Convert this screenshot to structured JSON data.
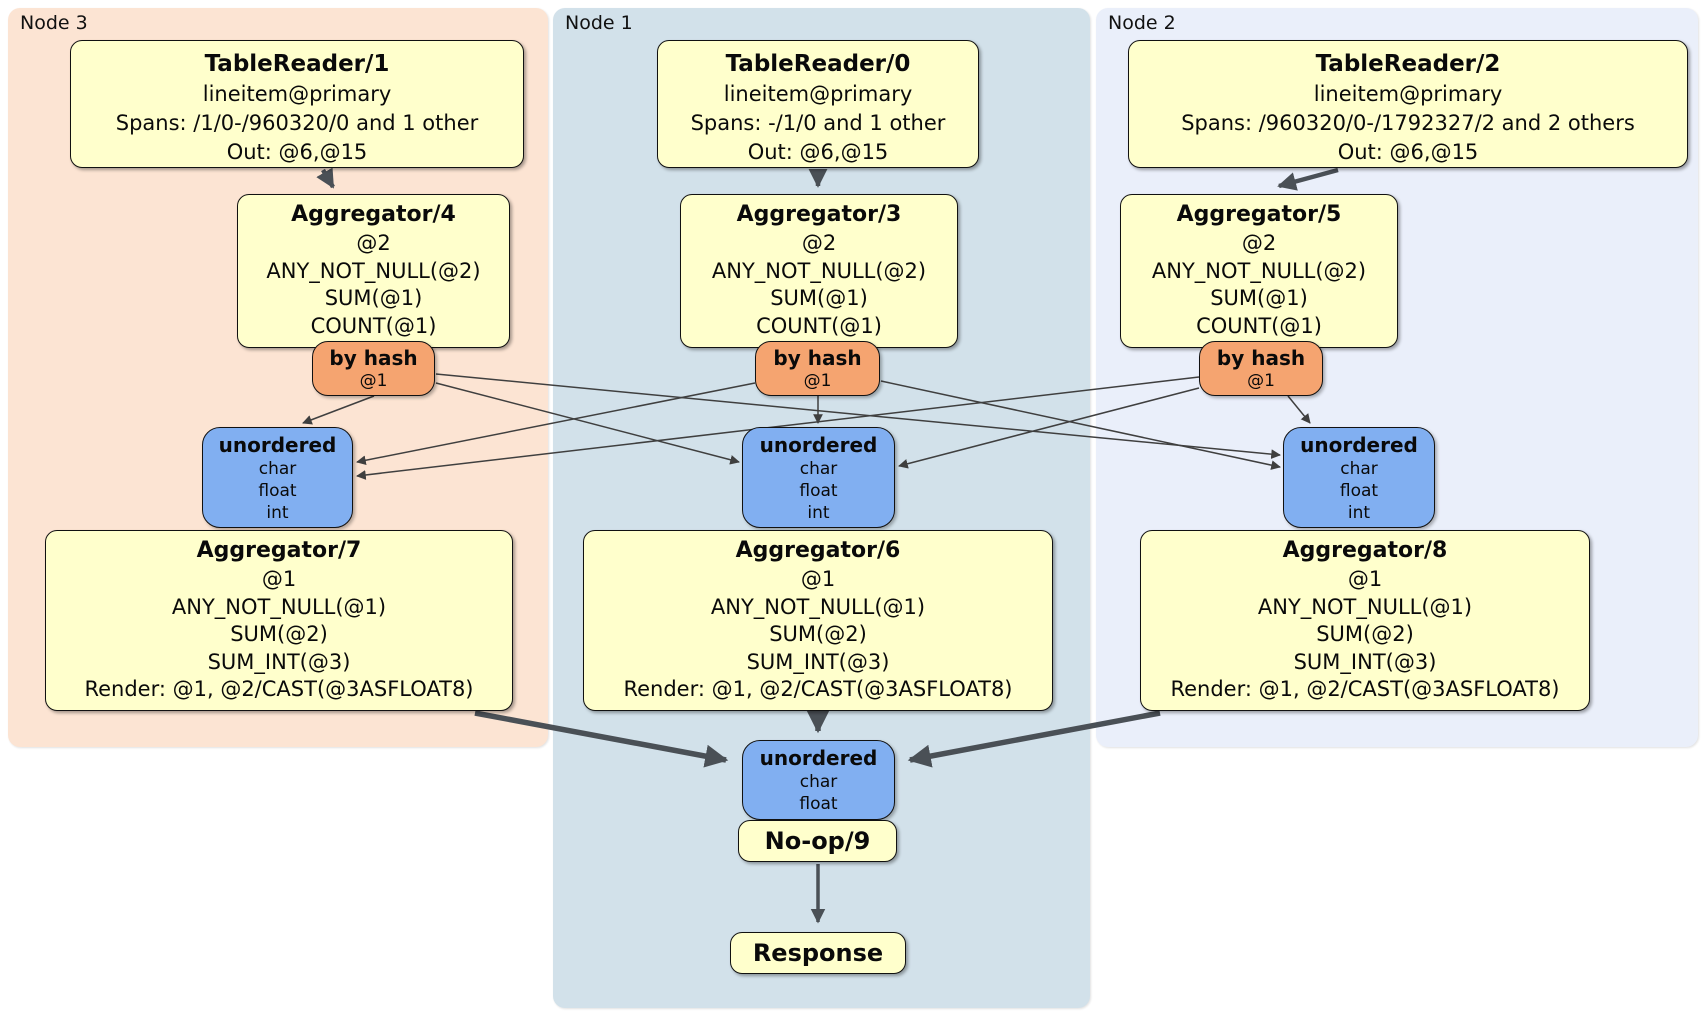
{
  "colors": {
    "node3_bg": "#fce4d3",
    "node1_bg": "#d2e1ea",
    "node2_bg": "#eaeffa",
    "processor_fill": "#ffffcc",
    "router_fill": "#f5a470",
    "sync_fill": "#81aff1",
    "edge_thick": "#4a5056",
    "edge_thin": "#3f3f3f"
  },
  "nodes": [
    {
      "label": "Node 3",
      "table_reader": {
        "title": "TableReader/1",
        "index": "lineitem@primary",
        "spans": "Spans: /1/0-/960320/0 and 1 other",
        "out": "Out: @6,@15"
      },
      "group_aggregator": {
        "title": "Aggregator/4",
        "group": "@2",
        "exprs": [
          "ANY_NOT_NULL(@2)",
          "SUM(@1)",
          "COUNT(@1)"
        ]
      },
      "router": {
        "title": "by hash",
        "columns": "@1"
      },
      "sync": {
        "title": "unordered",
        "types": [
          "char",
          "float",
          "int"
        ]
      },
      "final_aggregator": {
        "title": "Aggregator/7",
        "group": "@1",
        "exprs": [
          "ANY_NOT_NULL(@1)",
          "SUM(@2)",
          "SUM_INT(@3)"
        ],
        "render": "Render: @1, @2/CAST(@3ASFLOAT8)"
      }
    },
    {
      "label": "Node 1",
      "table_reader": {
        "title": "TableReader/0",
        "index": "lineitem@primary",
        "spans": "Spans: -/1/0 and 1 other",
        "out": "Out: @6,@15"
      },
      "group_aggregator": {
        "title": "Aggregator/3",
        "group": "@2",
        "exprs": [
          "ANY_NOT_NULL(@2)",
          "SUM(@1)",
          "COUNT(@1)"
        ]
      },
      "router": {
        "title": "by hash",
        "columns": "@1"
      },
      "sync": {
        "title": "unordered",
        "types": [
          "char",
          "float",
          "int"
        ]
      },
      "final_aggregator": {
        "title": "Aggregator/6",
        "group": "@1",
        "exprs": [
          "ANY_NOT_NULL(@1)",
          "SUM(@2)",
          "SUM_INT(@3)"
        ],
        "render": "Render: @1, @2/CAST(@3ASFLOAT8)"
      }
    },
    {
      "label": "Node 2",
      "table_reader": {
        "title": "TableReader/2",
        "index": "lineitem@primary",
        "spans": "Spans: /960320/0-/1792327/2 and 2 others",
        "out": "Out: @6,@15"
      },
      "group_aggregator": {
        "title": "Aggregator/5",
        "group": "@2",
        "exprs": [
          "ANY_NOT_NULL(@2)",
          "SUM(@1)",
          "COUNT(@1)"
        ]
      },
      "router": {
        "title": "by hash",
        "columns": "@1"
      },
      "sync": {
        "title": "unordered",
        "types": [
          "char",
          "float",
          "int"
        ]
      },
      "final_aggregator": {
        "title": "Aggregator/8",
        "group": "@1",
        "exprs": [
          "ANY_NOT_NULL(@1)",
          "SUM(@2)",
          "SUM_INT(@3)"
        ],
        "render": "Render: @1, @2/CAST(@3ASFLOAT8)"
      }
    }
  ],
  "output": {
    "sync": {
      "title": "unordered",
      "types": [
        "char",
        "float"
      ]
    },
    "noop_label": "No-op/9",
    "response_label": "Response"
  }
}
